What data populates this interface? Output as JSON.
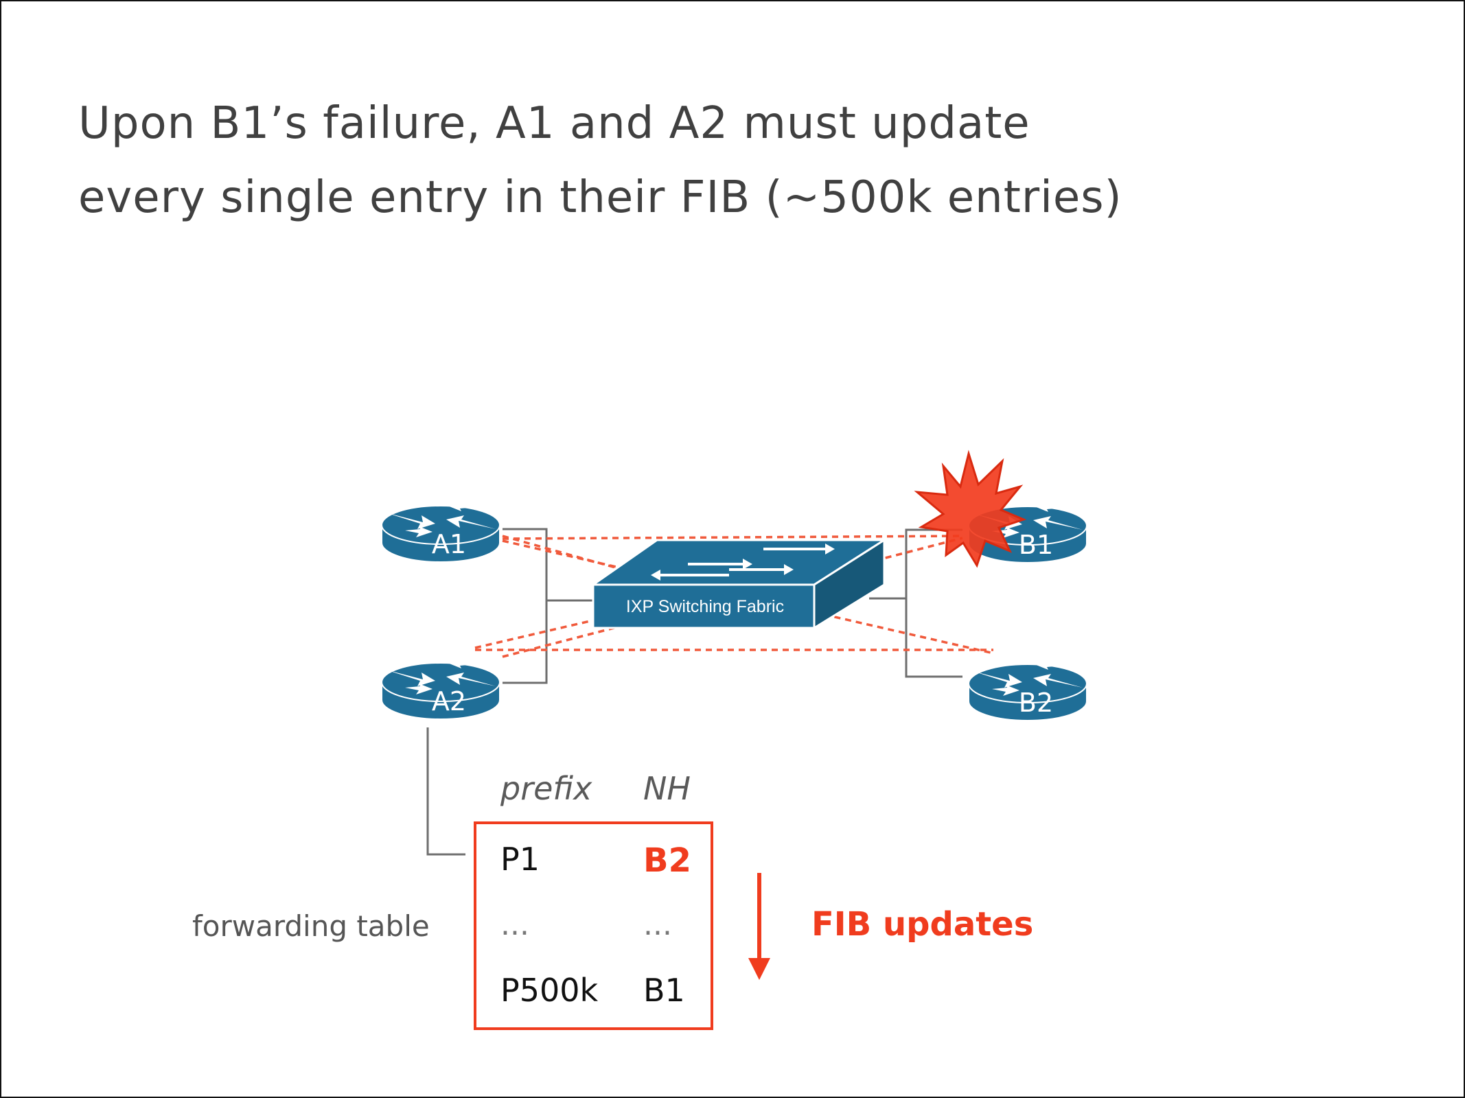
{
  "title": {
    "line1": "Upon B1’s failure, A1 and A2 must update",
    "line2": "every single entry in their FIB (~500k entries)"
  },
  "switch": {
    "label": "IXP Switching Fabric"
  },
  "routers": [
    {
      "label": "A1"
    },
    {
      "label": "A2"
    },
    {
      "label": "B1",
      "status": "failed"
    },
    {
      "label": "B2"
    }
  ],
  "table": {
    "caption": "forwarding table",
    "headers": {
      "prefix": "prefix",
      "nh": "NH"
    },
    "rows": [
      {
        "prefix": "P1",
        "nh": "B2",
        "updated": true
      },
      {
        "prefix": "...",
        "nh": "..."
      },
      {
        "prefix": "P500k",
        "nh": "B1"
      }
    ]
  },
  "annotation": {
    "label": "FIB updates"
  },
  "colors": {
    "router_blue": "#1f6e97",
    "alert_red": "#f03c1e",
    "text_gray": "#555555"
  }
}
